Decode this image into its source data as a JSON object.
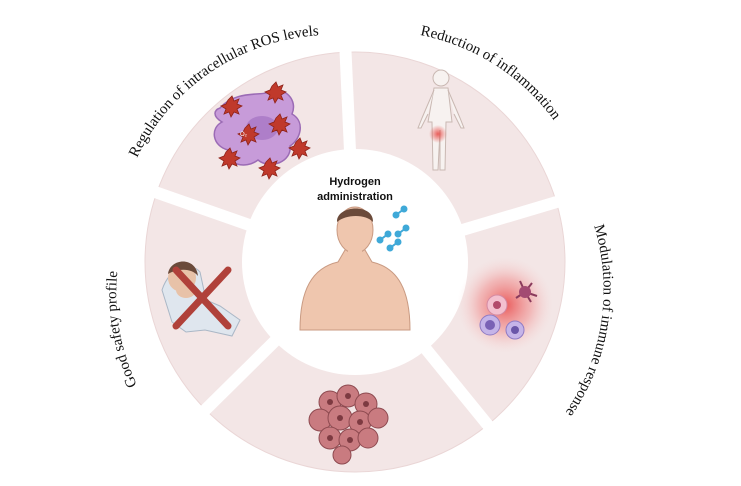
{
  "center": {
    "title_line1": "Hydrogen",
    "title_line2": "administration"
  },
  "segments": [
    {
      "id": "ros",
      "label": "Regulation of intracellular ROS levels",
      "icon": "ros-cell-icon"
    },
    {
      "id": "inflammation",
      "label": "Reduction of inflammation",
      "icon": "human-body-inflammation-icon"
    },
    {
      "id": "immune",
      "label": "Modulation of immune response",
      "icon": "immune-cells-icon"
    },
    {
      "id": "tumor",
      "label": "",
      "icon": "tumor-cluster-icon"
    },
    {
      "id": "safety",
      "label": "Good safety profile",
      "icon": "no-side-effects-icon"
    }
  ],
  "ros_badge_text": "O₂",
  "colors": {
    "ring": "#f3e6e6",
    "ring_edge": "#e9d4d4",
    "center": "#ffffff",
    "accent_red": "#c0392b",
    "cross": "#b0413a",
    "cell_purple": "#c79bd9",
    "h2_blue": "#3fa9d8"
  }
}
